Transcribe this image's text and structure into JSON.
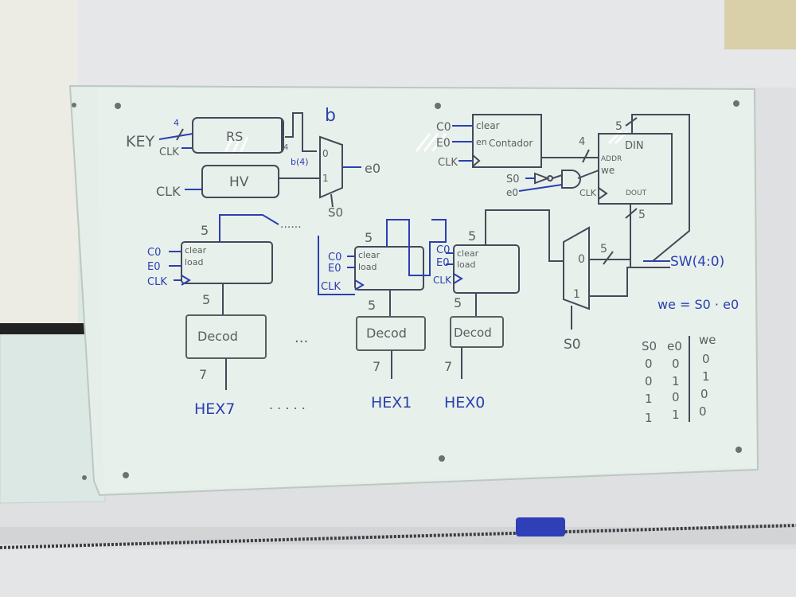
{
  "colors": {
    "wall": "#dcddde",
    "board": "#e6efe9",
    "blue_marker": "#2b3fb0",
    "gray_marker": "#5a5e60",
    "eraser": "#2f3fb8"
  },
  "top_left": {
    "key": "KEY",
    "bus_in": "4",
    "clk1": "CLK",
    "rs_block": "RS",
    "bus_out": "4",
    "width_b": "b",
    "mux_in_label": "b(4)",
    "mux_in0": "0",
    "mux_in1": "1",
    "mux_out": "e0",
    "clk2": "CLK",
    "hv_block": "HV",
    "select": "S0"
  },
  "counter": {
    "c0": "C0",
    "e0": "E0",
    "clk": "CLK",
    "clear": "clear",
    "en": "en",
    "name": "Contador",
    "addr_bus": "4"
  },
  "ram": {
    "width_top": "5",
    "din": "DIN",
    "addr": "ADDR",
    "we": "we",
    "clk": "CLK",
    "dout": "DOUT",
    "width_dout": "5"
  },
  "gate_inputs": {
    "s0": "S0",
    "e0": "e0"
  },
  "registers": [
    {
      "w_top": "5",
      "c0": "C0",
      "e0": "E0",
      "clk": "CLK",
      "clear": "clear",
      "load": "load",
      "w_bottom": "5",
      "decoder": "Decod",
      "w_out": "7",
      "hex": "HEX7"
    },
    {
      "w_top": "5",
      "c0": "C0",
      "e0": "E0",
      "clk": "CLK",
      "clear": "clear",
      "load": "load",
      "w_bottom": "5",
      "decoder": "Decod",
      "w_out": "7",
      "hex": "HEX1"
    },
    {
      "w_top": "5",
      "c0": "C0",
      "e0": "E0",
      "clk": "CLK",
      "clear": "clear",
      "load": "load",
      "w_bottom": "5",
      "decoder": "Decod",
      "w_out": "7",
      "hex": "HEX0"
    }
  ],
  "ellipsis": {
    "top": "......",
    "mid": "...",
    "bottom": ". . . . ."
  },
  "mux2": {
    "in0": "0",
    "in1": "1",
    "bus": "5",
    "select": "S0",
    "switch": "SW(4:0)"
  },
  "equation": "we = S0 · e0",
  "truth_table": {
    "headers": [
      "S0",
      "e0",
      "we"
    ],
    "rows": [
      [
        "0",
        "0",
        "0"
      ],
      [
        "0",
        "1",
        "1"
      ],
      [
        "1",
        "0",
        "0"
      ],
      [
        "1",
        "1",
        "0"
      ]
    ]
  }
}
